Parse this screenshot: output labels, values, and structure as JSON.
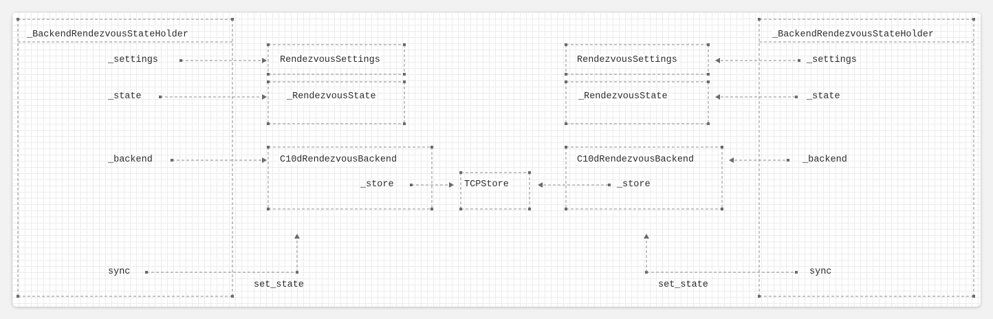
{
  "diagram": {
    "left": {
      "holder_title": "_BackendRendezvousStateHolder",
      "settings": "_settings",
      "state": "_state",
      "backend": "_backend",
      "sync": "sync",
      "set_state": "set_state",
      "settings_box": "RendezvousSettings",
      "state_box": "_RendezvousState",
      "backend_box": "C10dRendezvousBackend",
      "store": "_store"
    },
    "center": {
      "tcpstore": "TCPStore"
    },
    "right": {
      "holder_title": "_BackendRendezvousStateHolder",
      "settings": "_settings",
      "state": "_state",
      "backend": "_backend",
      "sync": "sync",
      "set_state": "set_state",
      "settings_box": "RendezvousSettings",
      "state_box": "_RendezvousState",
      "backend_box": "C10dRendezvousBackend",
      "store": "_store"
    },
    "colors": {
      "line": "#8c8c8c",
      "text": "#2b2b2b",
      "grid": "#ececec"
    }
  }
}
